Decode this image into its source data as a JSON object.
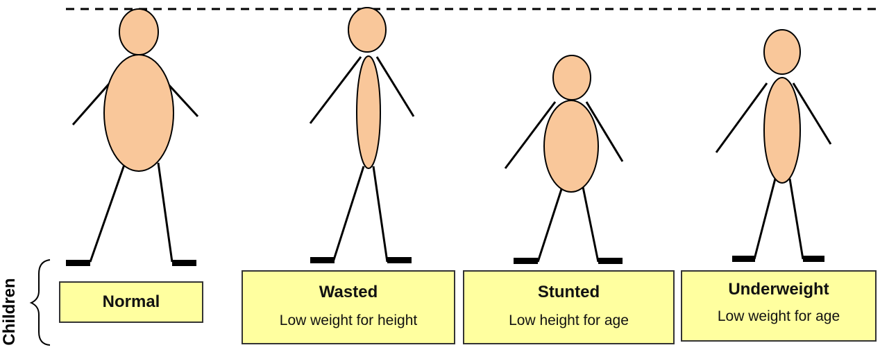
{
  "side_label": "Children",
  "colors": {
    "body_fill": "#f9c79a",
    "box_fill": "#ffff9f",
    "stroke": "#000000"
  },
  "categories": [
    {
      "key": "normal",
      "title": "Normal",
      "subtitle": ""
    },
    {
      "key": "wasted",
      "title": "Wasted",
      "subtitle": "Low weight for height"
    },
    {
      "key": "stunted",
      "title": "Stunted",
      "subtitle": "Low height for age"
    },
    {
      "key": "underweight",
      "title": "Underweight",
      "subtitle": "Low weight for age"
    }
  ]
}
